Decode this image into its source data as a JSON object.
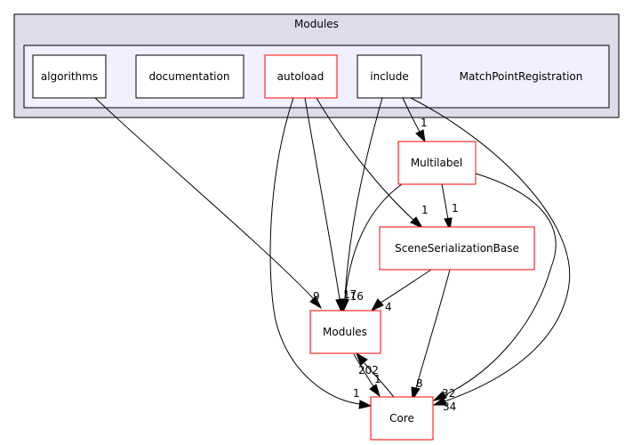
{
  "diagram": {
    "outer_cluster": {
      "label": "Modules"
    },
    "inner_cluster": {
      "label": "MatchPointRegistration"
    },
    "colors": {
      "outer_cluster_fill": "#dcdceb",
      "inner_cluster_fill": "#f0f0ff",
      "cluster_stroke": "#000000",
      "node_red_stroke": "#ff0000",
      "node_black_stroke": "#000000"
    },
    "nodes": {
      "algorithms": "algorithms",
      "documentation": "documentation",
      "autoload": "autoload",
      "include": "include",
      "multilabel": "Multilabel",
      "scene_serialization_base": "SceneSerializationBase",
      "modules": "Modules",
      "core": "Core"
    },
    "edge_labels": {
      "include_multilabel": "1",
      "autoload_ssb": "1",
      "multilabel_ssb": "1",
      "algorithms_modules": "9",
      "autoload_modules": "17",
      "include_modules": "116",
      "ssb_modules": "4",
      "modules_core": "202",
      "core_modules": "1",
      "autoload_core": "1",
      "ssb_core": "8",
      "multilabel_core": "32",
      "include_core": "34"
    }
  }
}
